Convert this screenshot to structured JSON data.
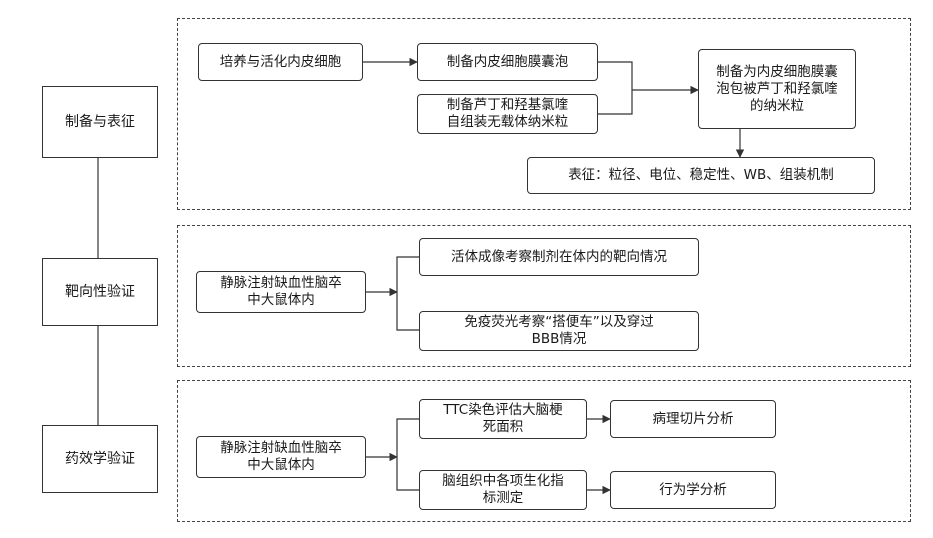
{
  "left_column": {
    "prep": "制备与表征",
    "targeting": "靶向性验证",
    "efficacy": "药效学验证"
  },
  "section1": {
    "culture": "培养与活化内皮细胞",
    "membrane_vesicle": "制备内皮细胞膜囊泡",
    "carrier_free_line1": "制备芦丁和羟基氯喹",
    "carrier_free_line2": "自组装无载体纳米粒",
    "coated_line1": "制备为内皮细胞膜囊",
    "coated_line2": "泡包被芦丁和羟氯喹",
    "coated_line3": "的纳米粒",
    "characterization": "表征：粒径、电位、稳定性、WB、组装机制"
  },
  "section2": {
    "injection_line1": "静脉注射缺血性脑卒",
    "injection_line2": "中大鼠体内",
    "imaging": "活体成像考察制剂在体内的靶向情况",
    "immuno_line1": "免疫荧光考察“搭便车”以及穿过",
    "immuno_line2": "BBB情况"
  },
  "section3": {
    "injection_line1": "静脉注射缺血性脑卒",
    "injection_line2": "中大鼠体内",
    "ttc_line1": "TTC染色评估大脑梗",
    "ttc_line2": "死面积",
    "pathology": "病理切片分析",
    "biochem_line1": "脑组织中各项生化指",
    "biochem_line2": "标测定",
    "behavior": "行为学分析"
  }
}
